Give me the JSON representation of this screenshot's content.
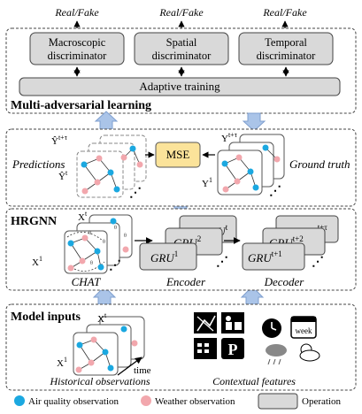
{
  "top": {
    "outputs": [
      "Real/Fake",
      "Real/Fake",
      "Real/Fake"
    ]
  },
  "multi_adversarial": {
    "title": "Multi-adversarial learning",
    "discriminators": [
      {
        "line1": "Macroscopic",
        "line2": "discriminator"
      },
      {
        "line1": "Spatial",
        "line2": "discriminator"
      },
      {
        "line1": "Temporal",
        "line2": "discriminator"
      }
    ],
    "adaptive_training": "Adaptive training"
  },
  "predictions_block": {
    "predictions_label": "Predictions",
    "mse_label": "MSE",
    "ground_truth_label": "Ground truth",
    "pred_first": {
      "base": "Ŷ",
      "sup": "t"
    },
    "pred_last": {
      "base": "Ŷ",
      "sup": "t+τ"
    },
    "gt_first": {
      "base": "Y",
      "sup": "1"
    },
    "gt_last": {
      "base": "Y",
      "sup": "t+τ"
    }
  },
  "hrgnn": {
    "title": "HRGNN",
    "chat_label": "CHAT",
    "encoder_label": "Encoder",
    "decoder_label": "Decoder",
    "x_first": {
      "base": "X",
      "sup": "1"
    },
    "x_last": {
      "base": "X",
      "sup": "t"
    },
    "encoder_cells": [
      {
        "base": "GRU",
        "sup": "1"
      },
      {
        "base": "GRU",
        "sup": "2"
      },
      {
        "base": "GRU",
        "sup": "t"
      }
    ],
    "decoder_cells": [
      {
        "base": "GRU",
        "sup": "t+1"
      },
      {
        "base": "GRU",
        "sup": "t+2"
      },
      {
        "base": "GRU",
        "sup": "t+τ"
      }
    ]
  },
  "model_inputs": {
    "title": "Model inputs",
    "x_first": {
      "base": "X",
      "sup": "1"
    },
    "x_last": {
      "base": "X",
      "sup": "t"
    },
    "time_label": "time",
    "historical_label": "Historical observations",
    "contextual_label": "Contextual features",
    "calendar_text": "week"
  },
  "legend": {
    "air_quality": "Air quality observation",
    "weather": "Weather observation",
    "operation": "Operation"
  },
  "colors": {
    "air_quality_node": "#1ba8e0",
    "weather_node": "#f2a7ad",
    "operation_box": "#d9d9d9",
    "mse_box": "#fbe39a",
    "block_arrow": "#aac4e8"
  }
}
